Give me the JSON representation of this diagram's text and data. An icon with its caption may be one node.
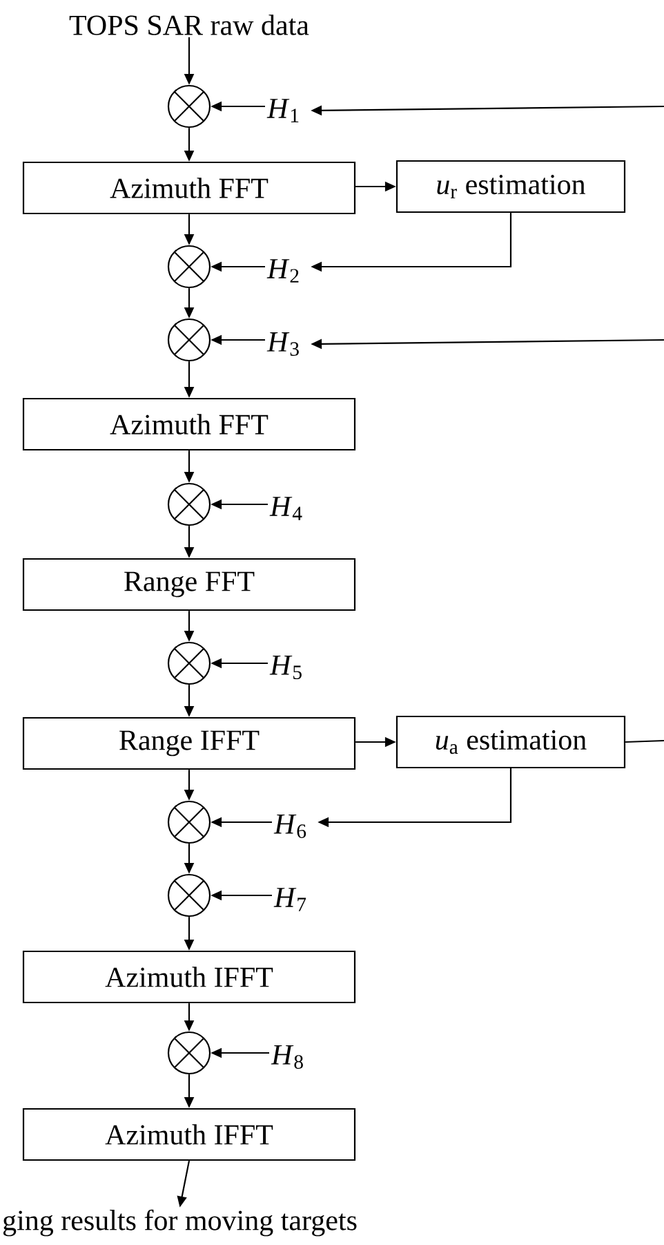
{
  "diagram": {
    "nodes": [
      {
        "text": [
          "TOPS SAR raw data"
        ]
      },
      {
        "text": [],
        "shape": "circle"
      },
      {
        "text": [
          "*H*$_{1}$"
        ]
      },
      {
        "text": [
          "Azimuth FFT"
        ]
      },
      {
        "text": [
          "*u*$_{r}$ estimation"
        ]
      },
      {
        "text": [],
        "shape": "circle"
      },
      {
        "text": [
          "*H*$_{2}$"
        ]
      },
      {
        "text": [],
        "shape": "circle"
      },
      {
        "text": [
          "*H*$_{3}$"
        ]
      },
      {
        "text": [
          "Azimuth FFT"
        ]
      },
      {
        "text": [],
        "shape": "circle"
      },
      {
        "text": [
          "*H*$_{4}$"
        ]
      },
      {
        "text": [
          "Range FFT"
        ]
      },
      {
        "text": [],
        "shape": "circle"
      },
      {
        "text": [
          "*H*$_{5}$"
        ]
      },
      {
        "text": [
          "Range IFFT"
        ]
      },
      {
        "text": [
          "*u*$_{a}$ estimation"
        ]
      },
      {
        "text": [],
        "shape": "circle"
      },
      {
        "text": [
          "*H*$_{6}$"
        ]
      },
      {
        "text": [],
        "shape": "circle"
      },
      {
        "text": [
          "*H*$_{7}$"
        ]
      },
      {
        "text": [
          "Azimuth IFFT"
        ]
      },
      {
        "text": [],
        "shape": "circle"
      },
      {
        "text": [
          "*H*$_{8}$"
        ]
      },
      {
        "text": [
          "Azimuth IFFT"
        ]
      },
      {
        "text": [
          "ging results for moving targets"
        ]
      }
    ],
    "edges": [
      {
        "from": 0,
        "to": 1,
        "arrow": "to"
      },
      {
        "from": 2,
        "to": 1,
        "arrow": "to"
      },
      {
        "from": null,
        "to": 2,
        "arrow": "to"
      },
      {
        "from": 1,
        "to": 3,
        "arrow": "to"
      },
      {
        "from": 3,
        "to": 4,
        "arrow": "to"
      },
      {
        "from": 3,
        "to": 5,
        "arrow": "to"
      },
      {
        "from": 4,
        "to": 6,
        "arrow": "to"
      },
      {
        "from": 6,
        "to": 5,
        "arrow": "to"
      },
      {
        "from": 5,
        "to": 7,
        "arrow": "to"
      },
      {
        "from": 8,
        "to": 7,
        "arrow": "to"
      },
      {
        "from": null,
        "to": 8,
        "arrow": "to"
      },
      {
        "from": 7,
        "to": 9,
        "arrow": "to"
      },
      {
        "from": 9,
        "to": 10,
        "arrow": "to"
      },
      {
        "from": 11,
        "to": 10,
        "arrow": "to"
      },
      {
        "from": 10,
        "to": 12,
        "arrow": "to"
      },
      {
        "from": 12,
        "to": 13,
        "arrow": "to"
      },
      {
        "from": 14,
        "to": 13,
        "arrow": "to"
      },
      {
        "from": 13,
        "to": 15,
        "arrow": "to"
      },
      {
        "from": 15,
        "to": 16,
        "arrow": "to"
      },
      {
        "from": 16,
        "to": 18,
        "arrow": "to"
      },
      {
        "from": 16,
        "to": null,
        "arrow": "none"
      },
      {
        "from": 15,
        "to": 17,
        "arrow": "to"
      },
      {
        "from": 18,
        "to": 17,
        "arrow": "to"
      },
      {
        "from": 17,
        "to": 19,
        "arrow": "to"
      },
      {
        "from": 20,
        "to": 19,
        "arrow": "to"
      },
      {
        "from": 19,
        "to": 21,
        "arrow": "to"
      },
      {
        "from": 21,
        "to": 22,
        "arrow": "to"
      },
      {
        "from": 23,
        "to": 22,
        "arrow": "to"
      },
      {
        "from": 22,
        "to": 24,
        "arrow": "to"
      },
      {
        "from": 24,
        "to": 25,
        "arrow": "to"
      }
    ]
  }
}
